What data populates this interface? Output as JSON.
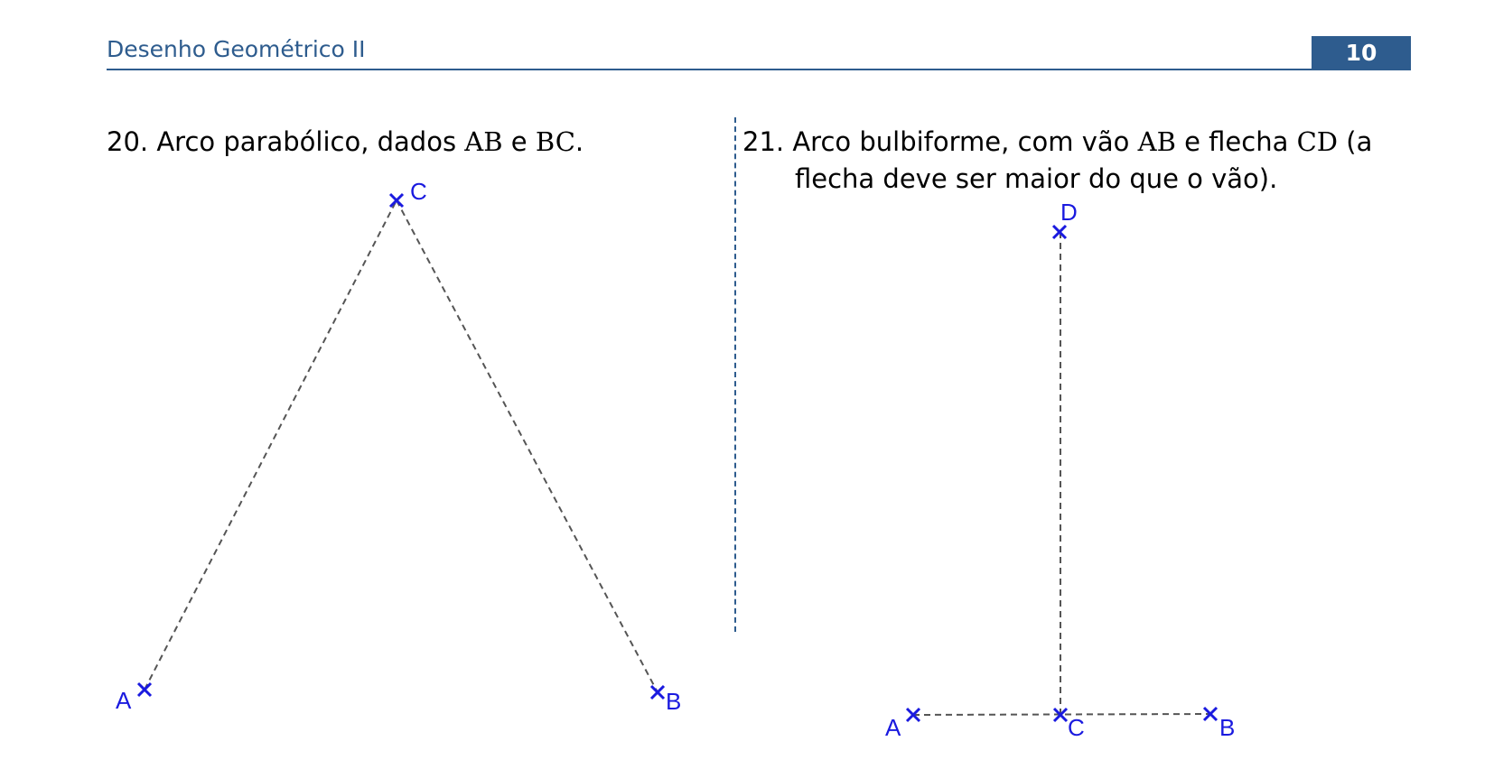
{
  "header": {
    "title": "Desenho Geométrico II",
    "page_number": "10",
    "accent_color": "#2e5c8e"
  },
  "problem_20": {
    "prefix": "20. Arco parabólico, dados ",
    "seg1": "AB",
    "mid": " e ",
    "seg2": "BC",
    "suffix": ".",
    "labels": {
      "A": "A",
      "B": "B",
      "C": "C"
    }
  },
  "problem_21": {
    "prefix": "21. Arco bulbiforme, com vão ",
    "seg1": "AB",
    "mid": " e flecha ",
    "seg2": "CD",
    "suffix": " (a",
    "line2": "flecha deve ser maior do que o vão).",
    "labels": {
      "A": "A",
      "B": "B",
      "C": "C",
      "D": "D"
    }
  },
  "colors": {
    "point": "#1a1adf",
    "construction_line": "#555555"
  }
}
